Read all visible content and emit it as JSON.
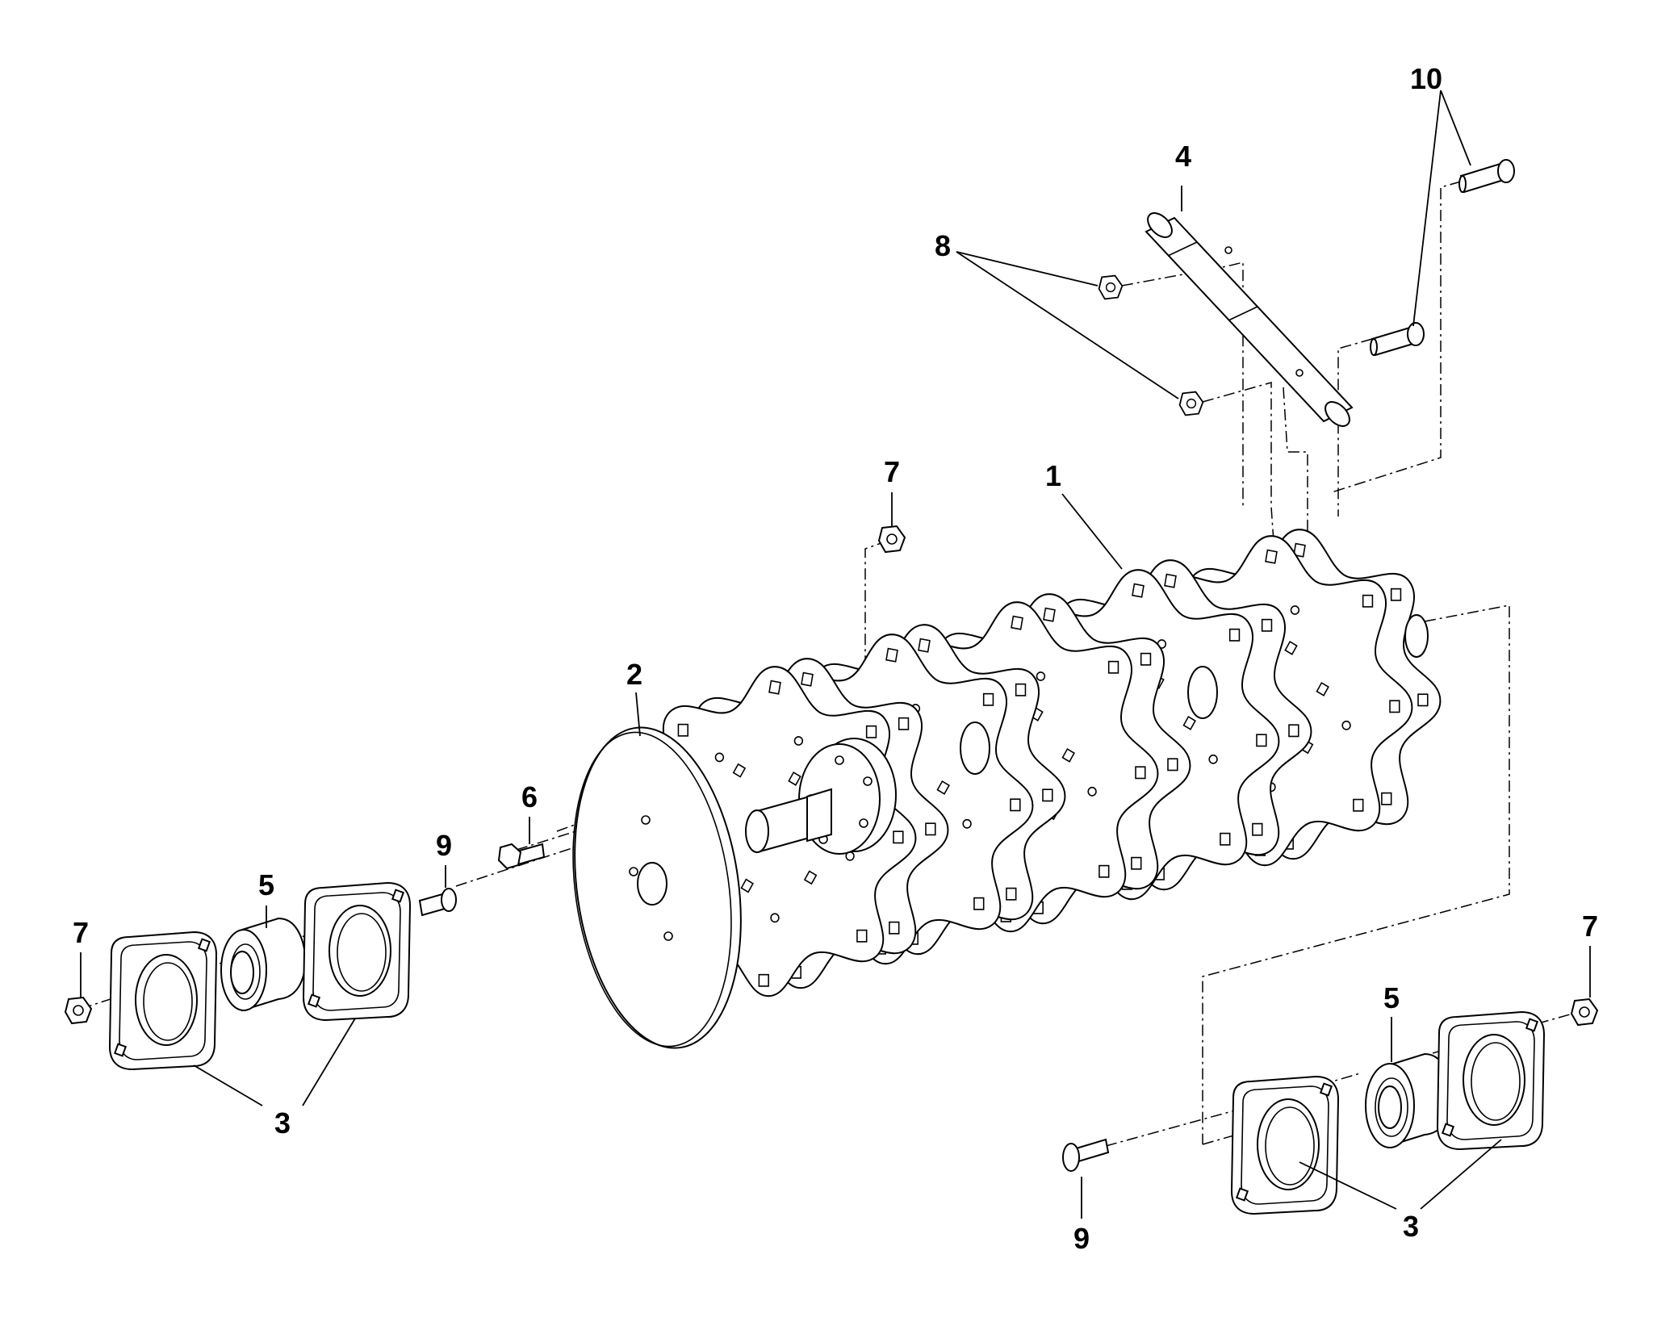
{
  "callouts": {
    "c1": "1",
    "c2": "2",
    "c3a": "3",
    "c3b": "3",
    "c3c": "3",
    "c3d": "3",
    "c4": "4",
    "c5a": "5",
    "c5b": "5",
    "c6": "6",
    "c7a": "7",
    "c7b": "7",
    "c7c": "7",
    "c8": "8",
    "c9a": "9",
    "c9b": "9",
    "c10": "10"
  },
  "colors": {
    "ink": "#000000",
    "background": "#ffffff"
  }
}
